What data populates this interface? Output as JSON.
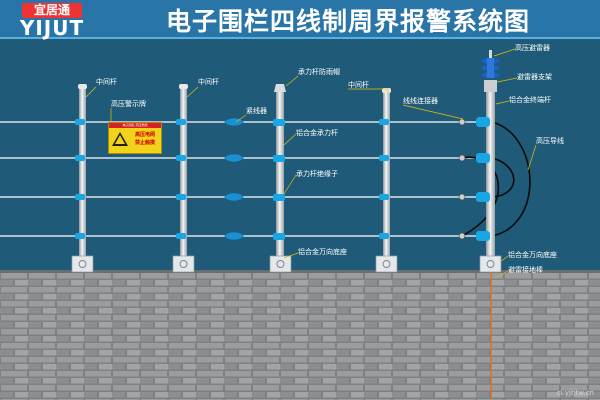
{
  "header": {
    "logo_cn": "宜居通",
    "logo_en": "YIJUT",
    "title": "电子围栏四线制周界报警系统图"
  },
  "labels": {
    "pole_mid_1": "中间杆",
    "pole_mid_2": "中间杆",
    "pole_mid_3": "中间杆",
    "warning_sign": "高压警示牌",
    "tensioner": "紧线器",
    "bearing_pole_cap": "承力杆防雨帽",
    "wire_connector": "线线连接器",
    "alu_bearing_pole": "铝合金承力杆",
    "bearing_insulator": "承力杆绝缘子",
    "alu_universal_base_1": "铝合金万向底座",
    "alu_universal_base_2": "铝合金万向底座",
    "hv_arrester": "高压避雷器",
    "arrester_bracket": "避雷器支架",
    "alu_end_pole": "铝合金终端杆",
    "hv_lead": "高压导线",
    "grounding_rod": "避雷接地棒"
  },
  "warning": {
    "top": "电子围栏 高压危险",
    "line1": "高压电网",
    "line2": "禁止触摸"
  },
  "watermark": "ci.yjtjtw.cn",
  "colors": {
    "background": "#1f5b78",
    "header": "#2a75a8",
    "wall": "#8e9092",
    "wire": "#ffffff",
    "label_line": "#e8c100",
    "insulator": "#18a6e4"
  }
}
